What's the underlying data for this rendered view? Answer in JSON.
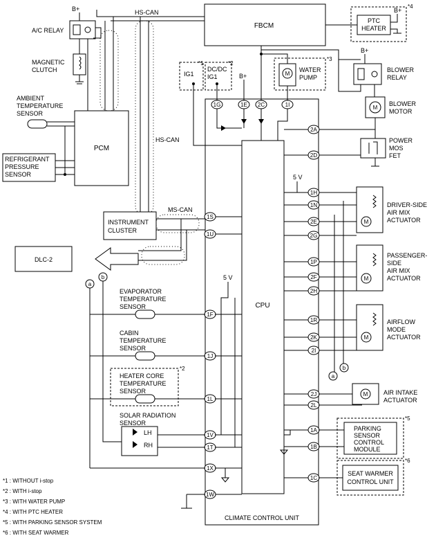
{
  "supply": {
    "bplus": "B+",
    "five_v": "5 V"
  },
  "bus": {
    "hs_can": "HS-CAN",
    "ms_can": "MS-CAN"
  },
  "modules": {
    "fbcm": "FBCM",
    "pcm": "PCM",
    "ptc_heater": [
      "PTC",
      "HEATER"
    ],
    "instrument_cluster": [
      "INSTRUMENT",
      "CLUSTER"
    ],
    "dlc2": "DLC-2",
    "cpu": "CPU",
    "climate_control_unit": "CLIMATE CONTROL UNIT",
    "parking_sensor_module": [
      "PARKING",
      "SENSOR",
      "CONTROL",
      "MODULE"
    ],
    "seat_warmer_unit": [
      "SEAT WARMER",
      "CONTROL UNIT"
    ]
  },
  "components": {
    "ac_relay": "A/C RELAY",
    "magnetic_clutch": [
      "MAGNETIC",
      "CLUTCH"
    ],
    "ambient_sensor": [
      "AMBIENT",
      "TEMPERATURE",
      "SENSOR"
    ],
    "refrigerant_sensor": [
      "REFRIGERANT",
      "PRESSURE",
      "SENSOR"
    ],
    "ig1": "IG1",
    "dcdc_ig1": [
      "DC/DC",
      "IG1"
    ],
    "water_pump": [
      "WATER",
      "PUMP"
    ],
    "blower_relay": [
      "BLOWER",
      "RELAY"
    ],
    "blower_motor": [
      "BLOWER",
      "MOTOR"
    ],
    "power_mos_fet": [
      "POWER",
      "MOS",
      "FET"
    ],
    "driver_air_mix": [
      "DRIVER-SIDE",
      "AIR MIX",
      "ACTUATOR"
    ],
    "passenger_air_mix": [
      "PASSENGER-",
      "SIDE",
      "AIR MIX",
      "ACTUATOR"
    ],
    "airflow_mode": [
      "AIRFLOW",
      "MODE",
      "ACTUATOR"
    ],
    "air_intake": [
      "AIR INTAKE",
      "ACTUATOR"
    ],
    "evaporator_sensor": [
      "EVAPORATOR",
      "TEMPERATURE",
      "SENSOR"
    ],
    "cabin_sensor": [
      "CABIN",
      "TEMPERATURE",
      "SENSOR"
    ],
    "heater_core_sensor": [
      "HEATER CORE",
      "TEMPERATURE",
      "SENSOR"
    ],
    "solar_sensor": [
      "SOLAR RADIATION",
      "SENSOR"
    ],
    "solar_lh": "LH",
    "solar_rh": "RH",
    "motor_symbol": "M",
    "connector_a": "a",
    "connector_b": "b"
  },
  "terminals": {
    "t1G": "1G",
    "t1E": "1E",
    "t2C": "2C",
    "t1I": "1I",
    "t2A": "2A",
    "t2D": "2D",
    "t1H": "1H",
    "t1N": "1N",
    "t2E": "2E",
    "t2G": "2G",
    "t1P": "1P",
    "t2F": "2F",
    "t2H": "2H",
    "t1R": "1R",
    "t2K": "2K",
    "t2I": "2I",
    "t2J": "2J",
    "t2L": "2L",
    "t1S": "1S",
    "t1U": "1U",
    "t1F": "1F",
    "t1J": "1J",
    "t1L": "1L",
    "t1V": "1V",
    "t1T": "1T",
    "t1X": "1X",
    "t1W": "1W",
    "t1A": "1A",
    "t1B": "1B",
    "t1C": "1C"
  },
  "notes": {
    "n1": "*1",
    "n2": "*2",
    "n3": "*3",
    "n4": "*4",
    "n5": "*5",
    "n6": "*6"
  },
  "legend": [
    "*1 : WITHOUT i-stop",
    "*2 : WITH i-stop",
    "*3 : WITH WATER PUMP",
    "*4 : WITH PTC HEATER",
    "*5 : WITH PARKING SENSOR SYSTEM",
    "*6 : WITH SEAT WARMER"
  ]
}
